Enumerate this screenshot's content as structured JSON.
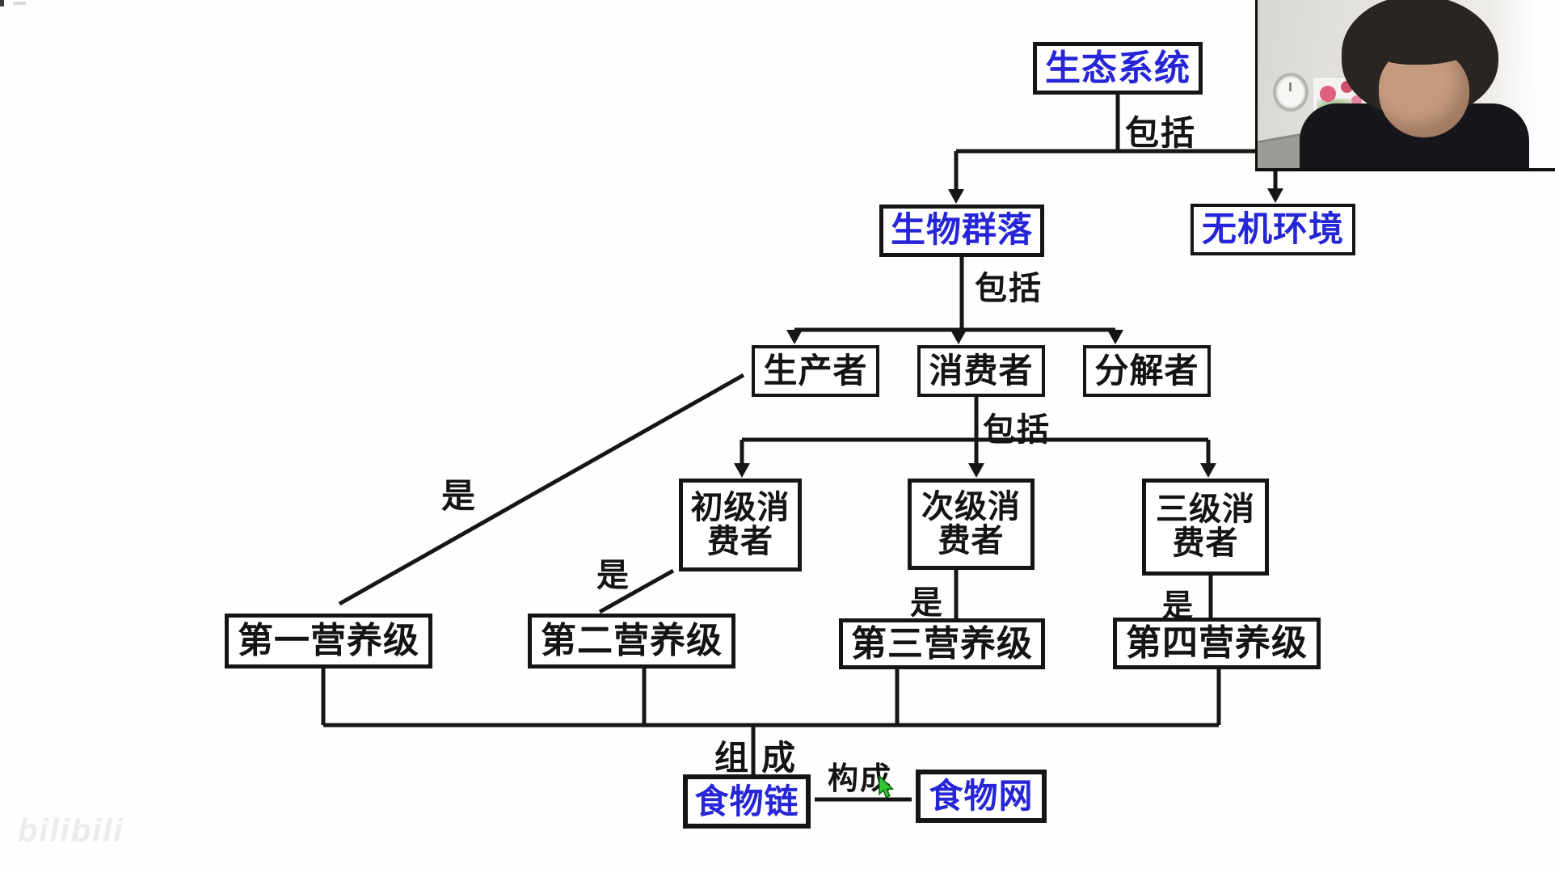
{
  "page": {
    "background": "#fefefe",
    "watermark": "bilibili"
  },
  "palette": {
    "node_text_blue": "#2626d8",
    "node_text_black": "#141414",
    "line_color": "#161616",
    "cursor_green": "#35c435"
  },
  "nodes": {
    "ecosystem": {
      "label": "生态系统",
      "color": "blue"
    },
    "biotic_community": {
      "label": "生物群落",
      "color": "blue"
    },
    "abiotic_environment": {
      "label": "无机环境",
      "color": "blue"
    },
    "producer": {
      "label": "生产者",
      "color": "black"
    },
    "consumer": {
      "label": "消费者",
      "color": "black"
    },
    "decomposer": {
      "label": "分解者",
      "color": "black"
    },
    "primary_consumer": {
      "label": "初级消费者",
      "line1": "初级消",
      "line2": "费者",
      "color": "black"
    },
    "secondary_consumer": {
      "label": "次级消费者",
      "line1": "次级消",
      "line2": "费者",
      "color": "black"
    },
    "tertiary_consumer": {
      "label": "三级消费者",
      "line1": "三级消",
      "line2": "费者",
      "color": "black"
    },
    "trophic_level_1": {
      "label": "第一营养级",
      "color": "black"
    },
    "trophic_level_2": {
      "label": "第二营养级",
      "color": "black"
    },
    "trophic_level_3": {
      "label": "第三营养级",
      "color": "black"
    },
    "trophic_level_4": {
      "label": "第四营养级",
      "color": "black"
    },
    "food_chain": {
      "label": "食物链",
      "color": "blue"
    },
    "food_web": {
      "label": "食物网",
      "color": "blue"
    }
  },
  "edge_labels": {
    "include_top": "包括",
    "include_mid": "包括",
    "include_consumer": "包括",
    "is_1": "是",
    "is_2": "是",
    "is_3": "是",
    "is_4": "是",
    "compose_left": "组",
    "compose_right": "成",
    "constitute": "构成"
  },
  "edges": [
    {
      "from": "生态系统",
      "to": "生物群落",
      "label": "包括"
    },
    {
      "from": "生态系统",
      "to": "无机环境",
      "label": "包括"
    },
    {
      "from": "生物群落",
      "to": "生产者",
      "label": "包括"
    },
    {
      "from": "生物群落",
      "to": "消费者",
      "label": "包括"
    },
    {
      "from": "生物群落",
      "to": "分解者",
      "label": "包括"
    },
    {
      "from": "消费者",
      "to": "初级消费者",
      "label": "包括"
    },
    {
      "from": "消费者",
      "to": "次级消费者",
      "label": "包括"
    },
    {
      "from": "消费者",
      "to": "三级消费者",
      "label": "包括"
    },
    {
      "from": "生产者",
      "to": "第一营养级",
      "label": "是"
    },
    {
      "from": "初级消费者",
      "to": "第二营养级",
      "label": "是"
    },
    {
      "from": "次级消费者",
      "to": "第三营养级",
      "label": "是"
    },
    {
      "from": "三级消费者",
      "to": "第四营养级",
      "label": "是"
    },
    {
      "from": "第一营养级+第二营养级+第三营养级+第四营养级",
      "to": "食物链",
      "label": "组成"
    },
    {
      "from": "食物链",
      "to": "食物网",
      "label": "构成"
    }
  ]
}
